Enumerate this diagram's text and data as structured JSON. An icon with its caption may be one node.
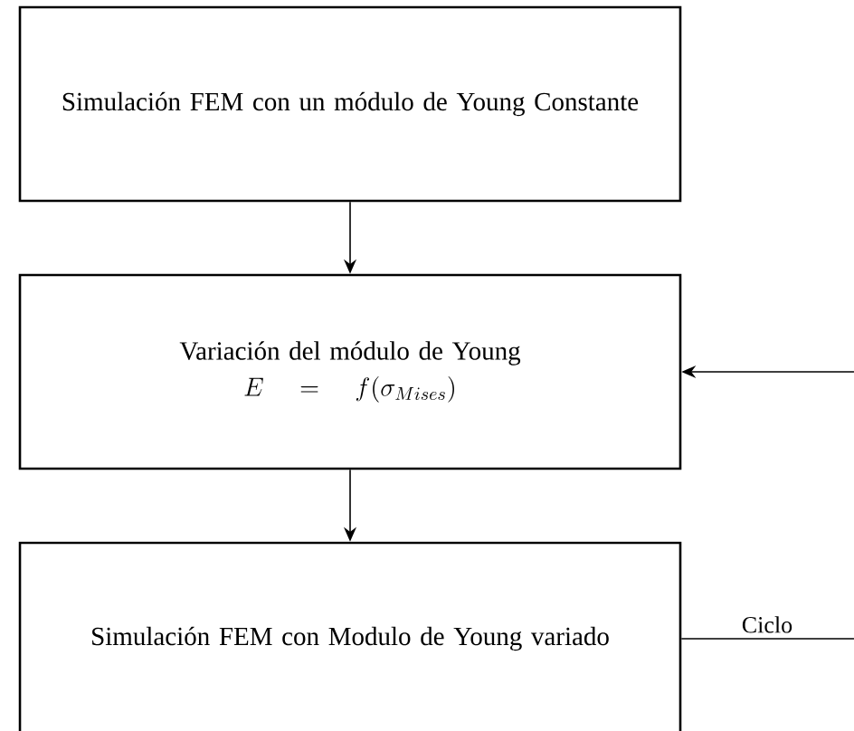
{
  "diagram": {
    "nodes": [
      {
        "text": [
          "Simulación FEM con un módulo de Young Constante"
        ]
      },
      {
        "text": [
          "Variación del módulo de Young",
          "E = f(\\sigma_{Mises})"
        ]
      },
      {
        "text": [
          "Simulación FEM con Modulo de Young variado"
        ]
      }
    ],
    "edges": [
      {
        "from": 0,
        "to": 1,
        "arrow": "to"
      },
      {
        "from": 1,
        "to": 2,
        "arrow": "to"
      },
      {
        "from": 2,
        "to": 1,
        "arrow": "to",
        "label": "Ciclo"
      }
    ]
  }
}
